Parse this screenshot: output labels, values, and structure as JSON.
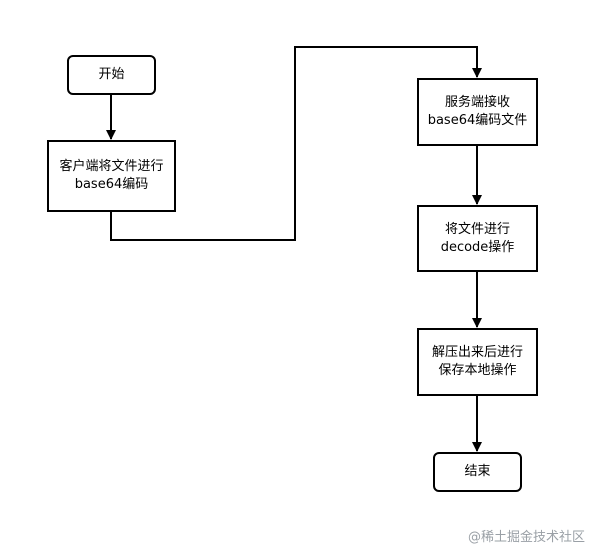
{
  "flowchart": {
    "nodes": {
      "start": "开始",
      "client_encode": "客户端将文件进行\nbase64编码",
      "server_receive": "服务端接收\nbase64编码文件",
      "decode": "将文件进行\ndecode操作",
      "save": "解压出来后进行\n保存本地操作",
      "end": "结束"
    }
  },
  "watermark": "@稀土掘金技术社区"
}
